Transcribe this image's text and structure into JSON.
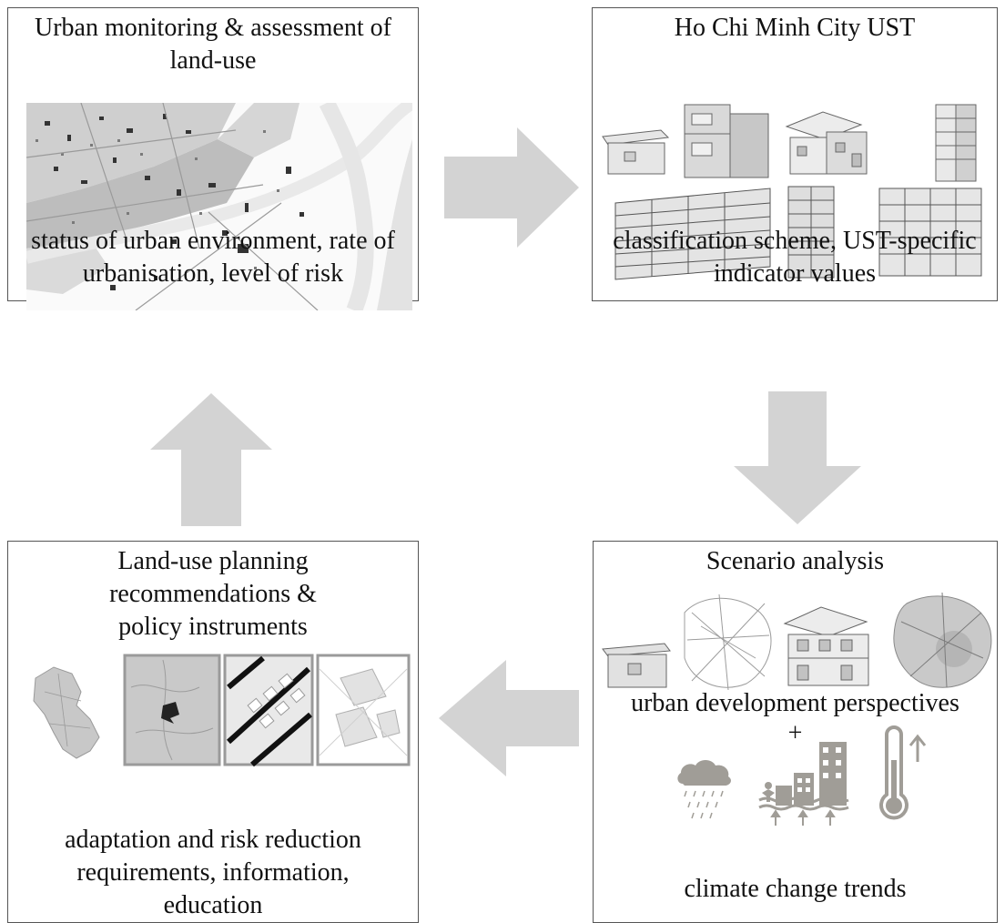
{
  "panels": {
    "top_left": {
      "title": "Urban monitoring & assessment of land-use",
      "caption": "status of urban environment, rate of urbanisation, level of risk"
    },
    "top_right": {
      "title": "Ho Chi Minh City UST",
      "caption": "classification scheme, UST-specific indicator values"
    },
    "bottom_right": {
      "title": "Scenario analysis",
      "perspectives": "urban development perspectives",
      "plus": "+",
      "trends": "climate change trends"
    },
    "bottom_left": {
      "title": "Land-use planning recommendations & policy instruments",
      "caption": "adaptation and risk reduction requirements, information, education"
    }
  },
  "colors": {
    "arrow": "#d3d3d3",
    "border": "#555555",
    "icon": "#a09d97"
  },
  "icons": [
    "rain-cloud-icon",
    "flooded-city-icon",
    "thermometer-up-icon"
  ]
}
